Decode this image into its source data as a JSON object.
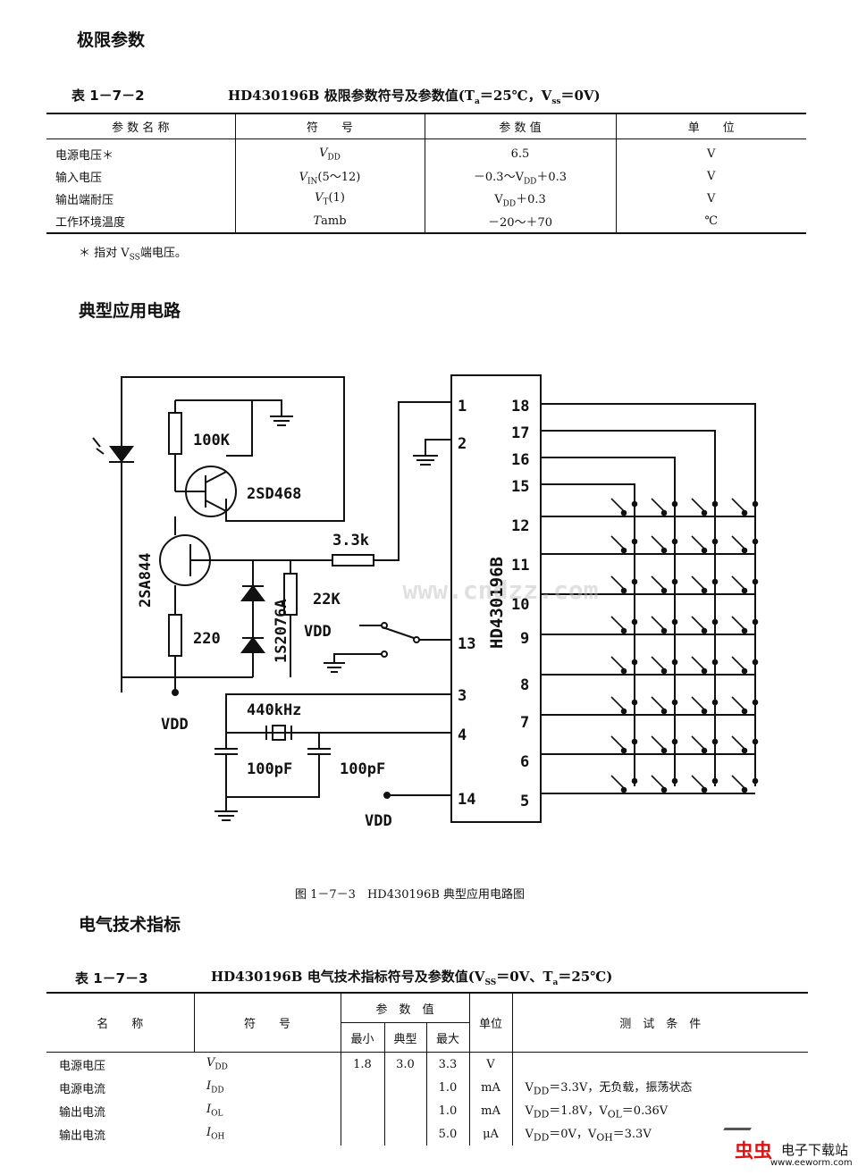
{
  "sections": {
    "limits": "极限参数",
    "circuit": "典型应用电路",
    "electrical": "电气技术指标"
  },
  "table1": {
    "number": "表 1－7－2",
    "title": "HD430196B 极限参数符号及参数值(T",
    "title_sub": "a",
    "title_mid": "＝25℃，V",
    "title_sub2": "ss",
    "title_end": "＝0V)",
    "headers": [
      "参 数 名 称",
      "符　　号",
      "参 数 值",
      "单　　位"
    ],
    "rows": [
      {
        "name": "电源电压＊",
        "sym": "V",
        "sub": "DD",
        "sym2": "",
        "value": "6.5",
        "unit": "V"
      },
      {
        "name": "输入电压",
        "sym": "V",
        "sub": "IN",
        "sym2": "(5～12)",
        "value": "－0.3～V",
        "value_sub": "DD",
        "value2": "＋0.3",
        "unit": "V"
      },
      {
        "name": "输出端耐压",
        "sym": "V",
        "sub": "T",
        "sym2": "(1)",
        "value": "V",
        "value_sub": "DD",
        "value2": "＋0.3",
        "unit": "V"
      },
      {
        "name": "工作环境温度",
        "sym": "Tamb",
        "sub": "",
        "sym2": "",
        "value": "－20～＋70",
        "unit": "℃"
      }
    ],
    "note": "＊ 指对 V",
    "note_sub": "SS",
    "note_end": "端电压。"
  },
  "figure": {
    "caption": "图 1－7－3　HD430196B 典型应用电路图",
    "chip": "HD430196B",
    "labels": {
      "r1": "100K",
      "q1": "2SD468",
      "q2": "2SA844",
      "r2": "220",
      "r3": "3.3k",
      "r4": "22K",
      "diode": "1S2076A",
      "vdd": "VDD",
      "crystal": "440kHz",
      "c1": "100pF",
      "c2": "100pF"
    },
    "left_pins": [
      "1",
      "2",
      "13",
      "3",
      "4",
      "14"
    ],
    "right_pins": [
      "18",
      "17",
      "16",
      "15",
      "12",
      "11",
      "10",
      "9",
      "8",
      "7",
      "6",
      "5"
    ],
    "watermark": "www.cndzz.com"
  },
  "table2": {
    "number": "表 1－7－3",
    "title": "HD430196B 电气技术指标符号及参数值(V",
    "title_sub": "SS",
    "title_mid": "＝0V、T",
    "title_sub2": "a",
    "title_end": "＝25℃)",
    "headers": {
      "name": "名　　称",
      "sym": "符　　号",
      "param": "参　数　值",
      "min": "最小",
      "typ": "典型",
      "max": "最大",
      "unit": "单位",
      "cond": "测　试　条　件"
    },
    "rows": [
      {
        "name": "电源电压",
        "sym": "V",
        "sub": "DD",
        "min": "1.8",
        "typ": "3.0",
        "max": "3.3",
        "unit": "V",
        "cond": ""
      },
      {
        "name": "电源电流",
        "sym": "I",
        "sub": "DD",
        "min": "",
        "typ": "",
        "max": "1.0",
        "unit": "mA",
        "cond": "V<sub>DD</sub>＝3.3V，无负载，振荡状态"
      },
      {
        "name": "输出电流",
        "sym": "I",
        "sub": "OL",
        "min": "",
        "typ": "",
        "max": "1.0",
        "unit": "mA",
        "cond": "V<sub>DD</sub>＝1.8V，V<sub>OL</sub>＝0.36V"
      },
      {
        "name": "输出电流",
        "sym": "I",
        "sub": "OH",
        "min": "",
        "typ": "",
        "max": "5.0",
        "unit": "μA",
        "cond": "V<sub>DD</sub>＝0V，V<sub>OH</sub>＝3.3V"
      }
    ]
  },
  "logo": {
    "brand": "虫虫",
    "text": "电子下载站",
    "url": "www.eeworm.com"
  }
}
